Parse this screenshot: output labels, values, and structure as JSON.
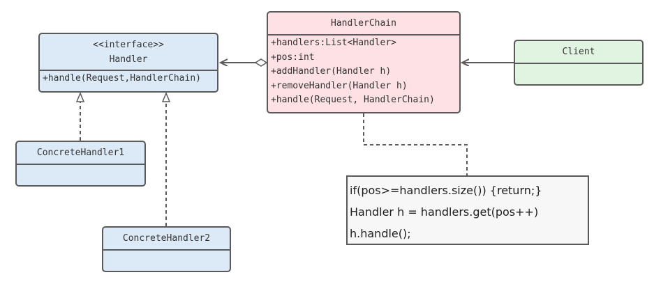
{
  "handler": {
    "stereotype": "<<interface>>",
    "name": "Handler",
    "methods": [
      "+handle(Request,HandlerChain)"
    ]
  },
  "concrete_handler_1": {
    "name": "ConcreteHandler1"
  },
  "concrete_handler_2": {
    "name": "ConcreteHandler2"
  },
  "handler_chain": {
    "name": "HandlerChain",
    "members": [
      "+handlers:List<Handler>",
      "+pos:int",
      "+addHandler(Handler h)",
      "+removeHandler(Handler h)",
      "+handle(Request, HandlerChain)"
    ]
  },
  "client": {
    "name": "Client"
  },
  "note": {
    "lines": [
      "if(pos>=handlers.size()) {return;}",
      "Handler h = handlers.get(pos++)",
      "h.handle();"
    ]
  },
  "colors": {
    "interface_fill": "#dce9f7",
    "chain_fill": "#fde1e5",
    "client_fill": "#e1f3e1",
    "note_fill": "#f7f7f7",
    "stroke": "#5a5a5a"
  }
}
